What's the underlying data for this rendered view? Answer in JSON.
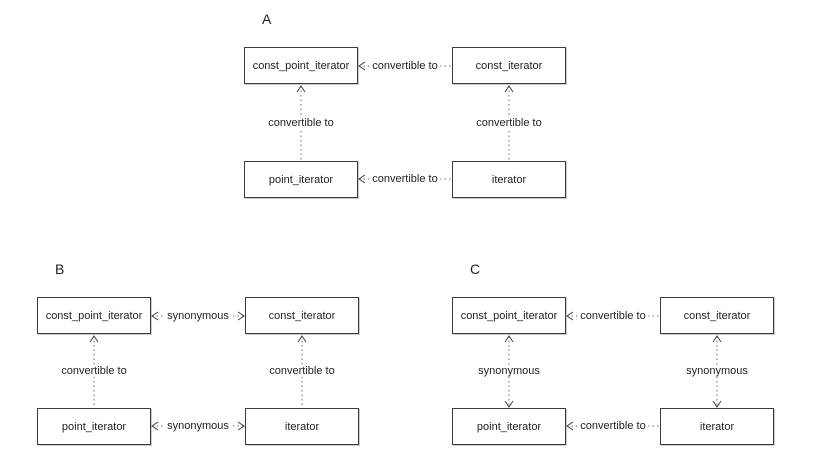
{
  "figure": {
    "background": "#ffffff",
    "box_border_color": "#3c3c3c",
    "dotted_line_color": "#6a6a6a",
    "text_color": "#1f1f1f"
  },
  "diagrams": [
    {
      "label": "A",
      "nodes": {
        "top_left": "const_point_iterator",
        "top_right": "const_iterator",
        "bottom_left": "point_iterator",
        "bottom_right": "iterator"
      },
      "edges": {
        "top_horizontal": {
          "label": "convertible to",
          "arrows": "left"
        },
        "bottom_horizontal": {
          "label": "convertible to",
          "arrows": "left"
        },
        "left_vertical": {
          "label": "convertible to",
          "arrows": "up"
        },
        "right_vertical": {
          "label": "convertible to",
          "arrows": "up"
        }
      }
    },
    {
      "label": "B",
      "nodes": {
        "top_left": "const_point_iterator",
        "top_right": "const_iterator",
        "bottom_left": "point_iterator",
        "bottom_right": "iterator"
      },
      "edges": {
        "top_horizontal": {
          "label": "synonymous",
          "arrows": "both"
        },
        "bottom_horizontal": {
          "label": "synonymous",
          "arrows": "both"
        },
        "left_vertical": {
          "label": "convertible to",
          "arrows": "up"
        },
        "right_vertical": {
          "label": "convertible to",
          "arrows": "up"
        }
      }
    },
    {
      "label": "C",
      "nodes": {
        "top_left": "const_point_iterator",
        "top_right": "const_iterator",
        "bottom_left": "point_iterator",
        "bottom_right": "iterator"
      },
      "edges": {
        "top_horizontal": {
          "label": "convertible to",
          "arrows": "left"
        },
        "bottom_horizontal": {
          "label": "convertible to",
          "arrows": "left"
        },
        "left_vertical": {
          "label": "synonymous",
          "arrows": "both"
        },
        "right_vertical": {
          "label": "synonymous",
          "arrows": "both"
        }
      }
    }
  ]
}
